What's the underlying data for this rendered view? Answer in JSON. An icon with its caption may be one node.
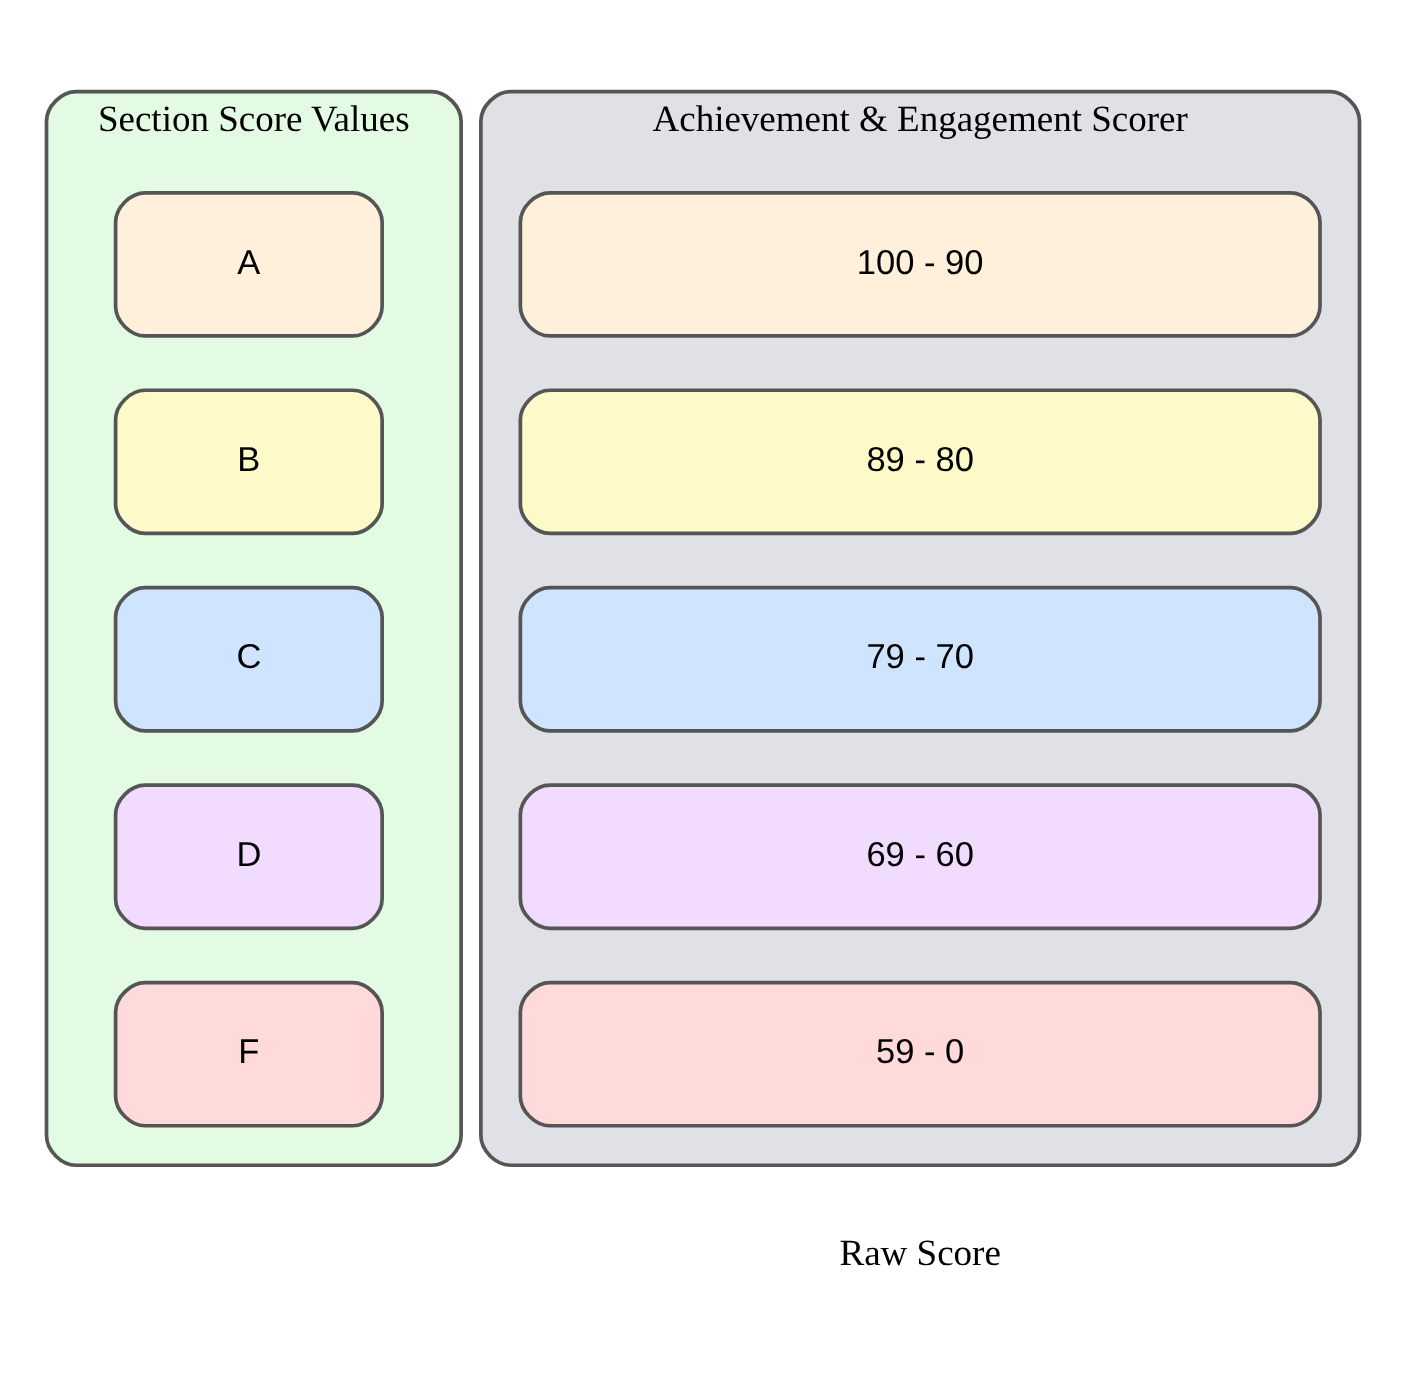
{
  "diagram": {
    "nodes": [
      {
        "text": [
          "Section Score Values"
        ]
      },
      {
        "text": [
          "A"
        ],
        "in": 0
      },
      {
        "text": [
          "B"
        ],
        "in": 0
      },
      {
        "text": [
          "C"
        ],
        "in": 0
      },
      {
        "text": [
          "D"
        ],
        "in": 0
      },
      {
        "text": [
          "F"
        ],
        "in": 0
      },
      {
        "text": [
          "Achievement & Engagement Scorer"
        ]
      },
      {
        "text": [
          "100 - 90"
        ],
        "in": 6
      },
      {
        "text": [
          "89 - 80"
        ],
        "in": 6
      },
      {
        "text": [
          "79 - 70"
        ],
        "in": 6
      },
      {
        "text": [
          "69 - 60"
        ],
        "in": 6
      },
      {
        "text": [
          "59 - 0"
        ],
        "in": 6
      }
    ],
    "labels": [
      "Raw Score"
    ]
  }
}
